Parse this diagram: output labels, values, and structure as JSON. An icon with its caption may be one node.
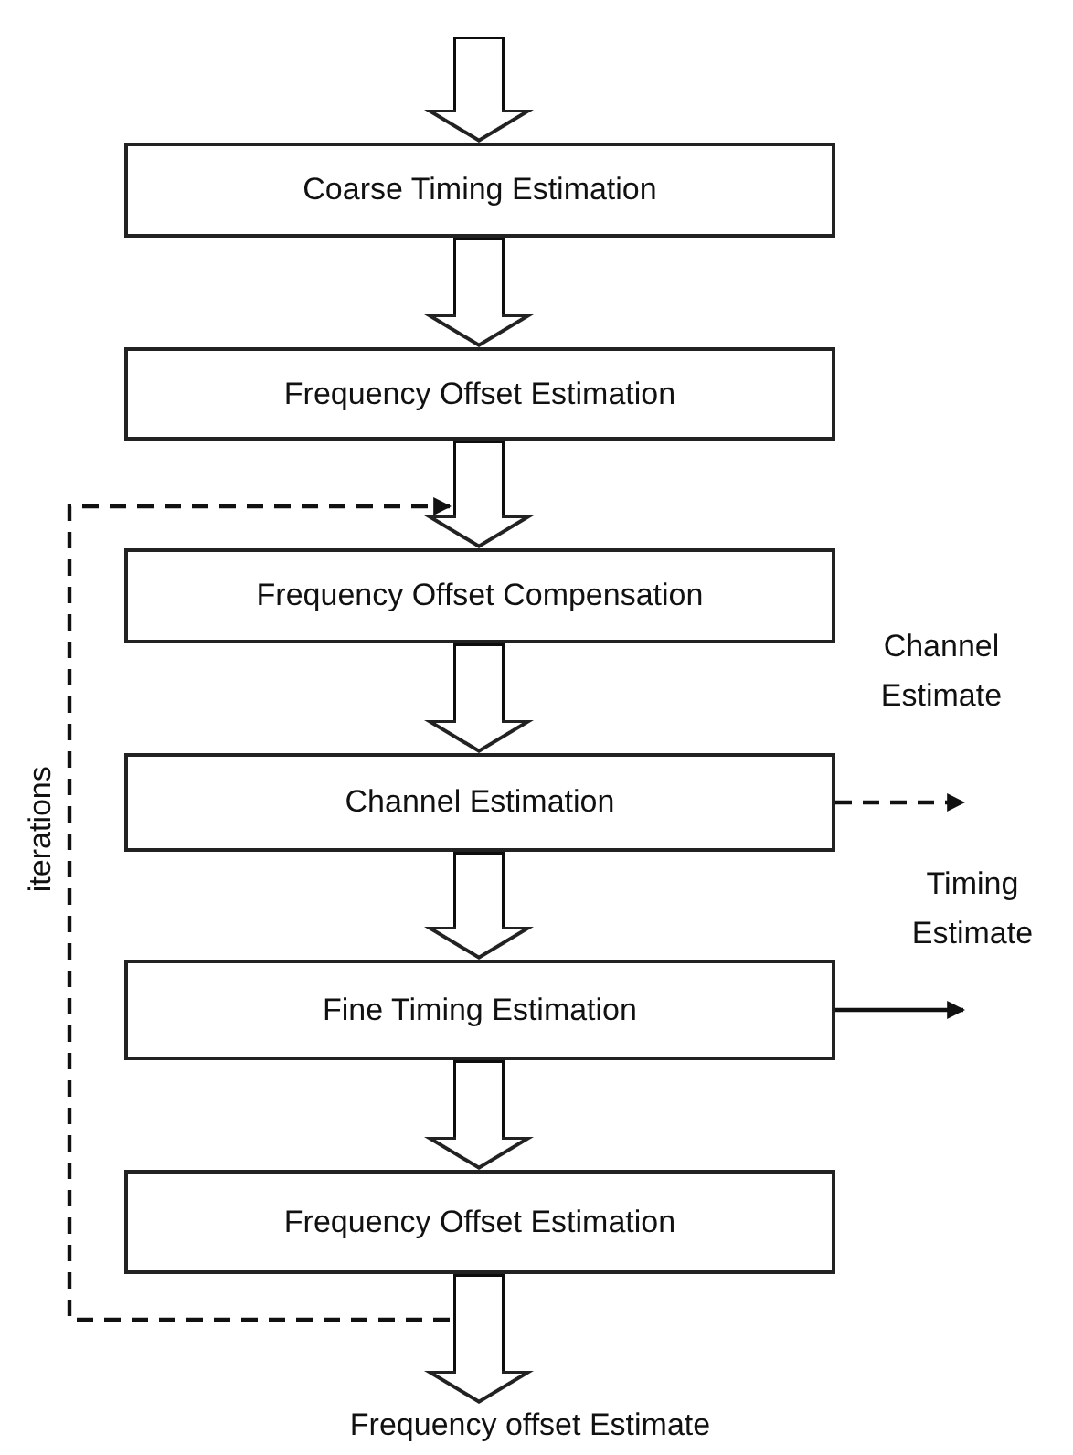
{
  "diagram": {
    "nodes": [
      {
        "text": [
          "Coarse Timing Estimation"
        ]
      },
      {
        "text": [
          "Frequency Offset Estimation"
        ]
      },
      {
        "text": [
          "Frequency Offset Compensation"
        ]
      },
      {
        "text": [
          "Channel Estimation"
        ]
      },
      {
        "text": [
          "Fine Timing Estimation"
        ]
      },
      {
        "text": [
          "Frequency Offset Estimation"
        ]
      },
      {
        "text": [
          "Frequency offset Estimate"
        ]
      }
    ],
    "edges": [
      {
        "from": null,
        "to": 0,
        "arrow": "to"
      },
      {
        "from": 0,
        "to": 1,
        "arrow": "to"
      },
      {
        "from": 1,
        "to": 2,
        "arrow": "to"
      },
      {
        "from": 2,
        "to": 3,
        "arrow": "to"
      },
      {
        "from": 3,
        "to": 4,
        "arrow": "to"
      },
      {
        "from": 4,
        "to": 5,
        "arrow": "to"
      },
      {
        "from": 5,
        "to": 6,
        "arrow": "to"
      },
      {
        "from": 3,
        "to": null,
        "arrow": "to",
        "style": "dashed",
        "label": "Channel Estimate"
      },
      {
        "from": 4,
        "to": null,
        "arrow": "to",
        "label": "Timing Estimate"
      },
      {
        "from": 5,
        "to": 2,
        "arrow": "to",
        "style": "dashed",
        "label": "iterations"
      }
    ]
  }
}
